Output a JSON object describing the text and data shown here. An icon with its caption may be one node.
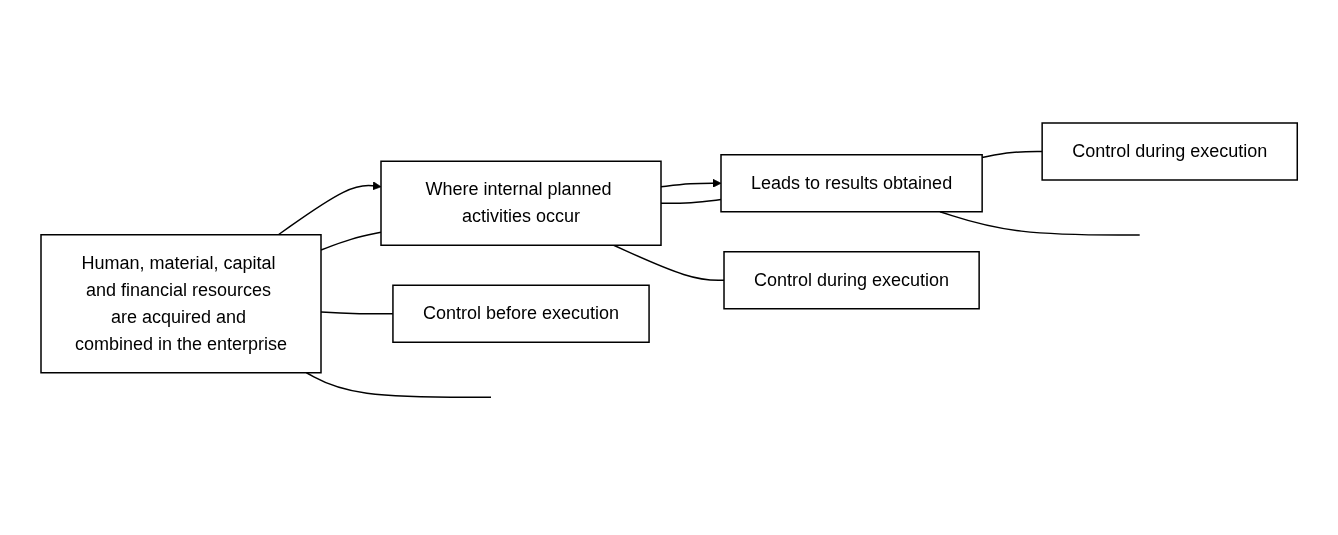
{
  "diagram": {
    "nodes": [
      {
        "text": [
          "Human, material, capital and financial resources are acquired and combined in the enterprise"
        ]
      },
      {
        "text": [
          "Where internal planned activities occur"
        ]
      },
      {
        "text": [
          "Leads to results obtained"
        ]
      },
      {
        "text": [
          "Control before execution"
        ]
      },
      {
        "text": [
          "Control during execution"
        ]
      },
      {
        "text": [
          "Control during execution"
        ]
      }
    ],
    "edges": [
      {
        "from": 0,
        "to": 1,
        "arrow": "to"
      },
      {
        "from": 1,
        "to": 2,
        "arrow": "to"
      },
      {
        "from": 0,
        "to": 3,
        "arrow": "none"
      },
      {
        "from": 1,
        "to": 4,
        "arrow": "none"
      },
      {
        "from": 2,
        "to": 5,
        "arrow": "none"
      },
      {
        "from": 0,
        "to": 1,
        "arrow": "none"
      },
      {
        "from": 1,
        "to": 2,
        "arrow": "none"
      },
      {
        "from": 0,
        "to": null,
        "arrow": "none"
      },
      {
        "from": 2,
        "to": null,
        "arrow": "none"
      }
    ]
  }
}
